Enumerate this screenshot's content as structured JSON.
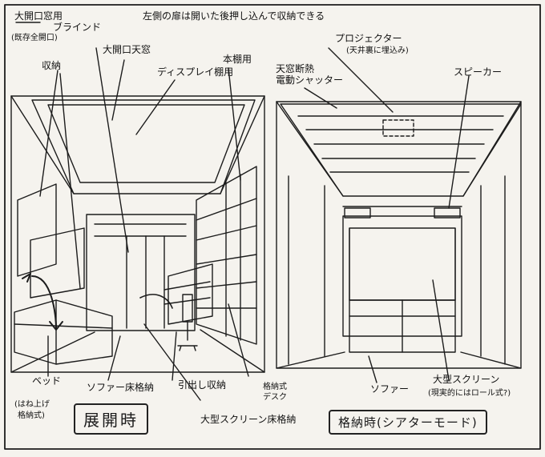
{
  "labels": {
    "opening_blind": "大開口窓用",
    "blind": "ブラインド",
    "opening_blind_note": "(既存全開口)",
    "storage": "収納",
    "large_opening_skylight": "大開口天窓",
    "left_door_note": "左側の扉は開いた後押し込んで収納できる",
    "display_shelf": "ディスプレイ棚用",
    "bookshelf": "本棚用",
    "projector": "プロジェクター",
    "projector_note": "(天井裏に埋込み)",
    "skylight_shutter_1": "天窓断熱",
    "skylight_shutter_2": "電動シャッター",
    "speaker": "スピーカー",
    "bed": "ベッド",
    "bed_note_1": "(はね上げ",
    "bed_note_2": "格納式)",
    "sofa_floor_storage": "ソファー床格納",
    "drawer_storage": "引出し収納",
    "desk_1": "格納式",
    "desk_2": "デスク",
    "big_screen_floor": "大型スクリーン床格納",
    "sofa": "ソファー",
    "big_screen": "大型スクリーン",
    "big_screen_note": "(現実的にはロール式?)"
  },
  "titles": {
    "day_mode": "展開時",
    "storage_mode": "格納時(シアターモード)"
  }
}
